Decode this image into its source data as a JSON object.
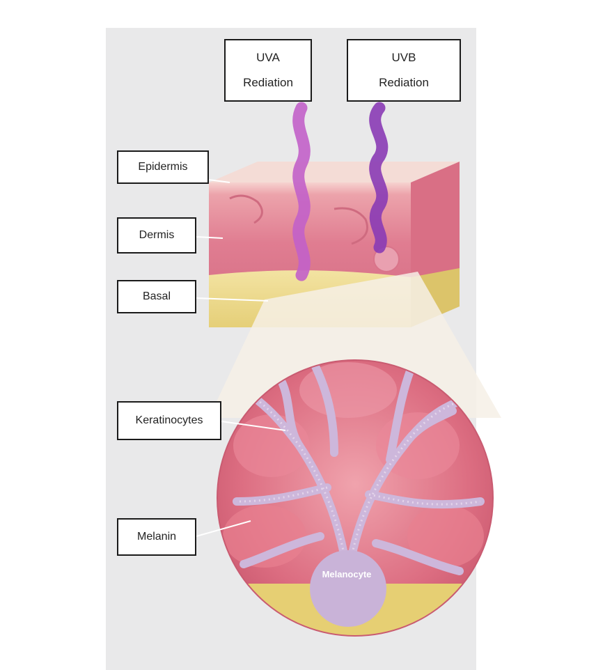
{
  "radiation": {
    "uva": {
      "line1": "UVA",
      "line2": "Rediation"
    },
    "uvb": {
      "line1": "UVB",
      "line2": "Rediation"
    }
  },
  "labels": {
    "epidermis": "Epidermis",
    "dermis": "Dermis",
    "basal": "Basal",
    "keratinocytes": "Keratinocytes",
    "melanin": "Melanin"
  },
  "cell_label": "Melanocyte",
  "colors": {
    "panel_bg": "#e9e9ea",
    "skin_pink": "#e7879a",
    "basal_yellow": "#ecd98a",
    "uva_purple": "#c260c9",
    "uvb_purple": "#8a3bb5",
    "melanocyte": "#c9b3d8"
  }
}
